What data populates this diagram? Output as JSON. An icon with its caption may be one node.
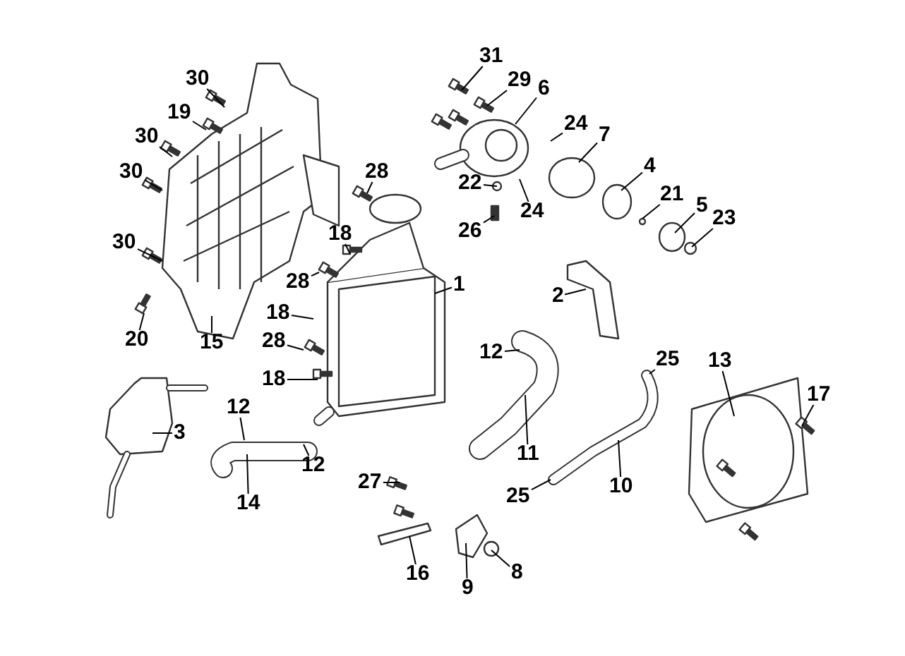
{
  "diagram": {
    "nodes": [
      {
        "text": [
          "30"
        ]
      },
      {
        "text": [
          "19"
        ]
      },
      {
        "text": [
          "30"
        ]
      },
      {
        "text": [
          "30"
        ]
      },
      {
        "text": [
          "30"
        ]
      },
      {
        "text": [
          "20"
        ]
      },
      {
        "text": [
          "15"
        ]
      },
      {
        "text": [
          "28"
        ]
      },
      {
        "text": [
          "18"
        ]
      },
      {
        "text": [
          "28"
        ]
      },
      {
        "text": [
          "1"
        ]
      },
      {
        "text": [
          "18"
        ]
      },
      {
        "text": [
          "28"
        ]
      },
      {
        "text": [
          "18"
        ]
      },
      {
        "text": [
          "31"
        ]
      },
      {
        "text": [
          "29"
        ]
      },
      {
        "text": [
          "6"
        ]
      },
      {
        "text": [
          "24"
        ]
      },
      {
        "text": [
          "7"
        ]
      },
      {
        "text": [
          "22"
        ]
      },
      {
        "text": [
          "26"
        ]
      },
      {
        "text": [
          "24"
        ]
      },
      {
        "text": [
          "4"
        ]
      },
      {
        "text": [
          "21"
        ]
      },
      {
        "text": [
          "5"
        ]
      },
      {
        "text": [
          "23"
        ]
      },
      {
        "text": [
          "2"
        ]
      },
      {
        "text": [
          "12"
        ]
      },
      {
        "text": [
          "25"
        ]
      },
      {
        "text": [
          "13"
        ]
      },
      {
        "text": [
          "17"
        ]
      },
      {
        "text": [
          "3"
        ]
      },
      {
        "text": [
          "12"
        ]
      },
      {
        "text": [
          "14"
        ]
      },
      {
        "text": [
          "12"
        ]
      },
      {
        "text": [
          "11"
        ]
      },
      {
        "text": [
          "10"
        ]
      },
      {
        "text": [
          "25"
        ]
      },
      {
        "text": [
          "27"
        ]
      },
      {
        "text": [
          "16"
        ]
      },
      {
        "text": [
          "9"
        ]
      },
      {
        "text": [
          "8"
        ]
      }
    ],
    "edges": [
      {
        "from": 0,
        "to": null,
        "arrow": "none"
      },
      {
        "from": 1,
        "to": null,
        "arrow": "none"
      },
      {
        "from": 2,
        "to": null,
        "arrow": "none"
      },
      {
        "from": 3,
        "to": null,
        "arrow": "none"
      },
      {
        "from": 4,
        "to": null,
        "arrow": "none"
      },
      {
        "from": 5,
        "to": null,
        "arrow": "none"
      },
      {
        "from": 6,
        "to": null,
        "arrow": "none"
      },
      {
        "from": 7,
        "to": null,
        "arrow": "none"
      },
      {
        "from": 8,
        "to": null,
        "arrow": "none"
      },
      {
        "from": 9,
        "to": null,
        "arrow": "none"
      },
      {
        "from": 10,
        "to": null,
        "arrow": "none"
      },
      {
        "from": 11,
        "to": null,
        "arrow": "none"
      },
      {
        "from": 12,
        "to": null,
        "arrow": "none"
      },
      {
        "from": 13,
        "to": null,
        "arrow": "none"
      },
      {
        "from": 14,
        "to": null,
        "arrow": "none"
      },
      {
        "from": 15,
        "to": null,
        "arrow": "none"
      },
      {
        "from": 16,
        "to": null,
        "arrow": "none"
      },
      {
        "from": 17,
        "to": null,
        "arrow": "none"
      },
      {
        "from": 18,
        "to": null,
        "arrow": "none"
      },
      {
        "from": 19,
        "to": null,
        "arrow": "none"
      },
      {
        "from": 20,
        "to": null,
        "arrow": "none"
      },
      {
        "from": 21,
        "to": null,
        "arrow": "none"
      },
      {
        "from": 22,
        "to": null,
        "arrow": "none"
      },
      {
        "from": 23,
        "to": null,
        "arrow": "none"
      },
      {
        "from": 24,
        "to": null,
        "arrow": "none"
      },
      {
        "from": 25,
        "to": null,
        "arrow": "none"
      },
      {
        "from": 26,
        "to": null,
        "arrow": "none"
      },
      {
        "from": 27,
        "to": null,
        "arrow": "none"
      },
      {
        "from": 28,
        "to": null,
        "arrow": "none"
      },
      {
        "from": 29,
        "to": null,
        "arrow": "none"
      },
      {
        "from": 30,
        "to": null,
        "arrow": "none"
      },
      {
        "from": 31,
        "to": null,
        "arrow": "none"
      },
      {
        "from": 32,
        "to": null,
        "arrow": "none"
      },
      {
        "from": 33,
        "to": null,
        "arrow": "none"
      },
      {
        "from": 34,
        "to": null,
        "arrow": "none"
      },
      {
        "from": 35,
        "to": null,
        "arrow": "none"
      },
      {
        "from": 36,
        "to": null,
        "arrow": "none"
      },
      {
        "from": 37,
        "to": null,
        "arrow": "none"
      },
      {
        "from": 38,
        "to": null,
        "arrow": "none"
      },
      {
        "from": 39,
        "to": null,
        "arrow": "none"
      },
      {
        "from": 40,
        "to": null,
        "arrow": "none"
      },
      {
        "from": 41,
        "to": null,
        "arrow": "none"
      }
    ]
  }
}
